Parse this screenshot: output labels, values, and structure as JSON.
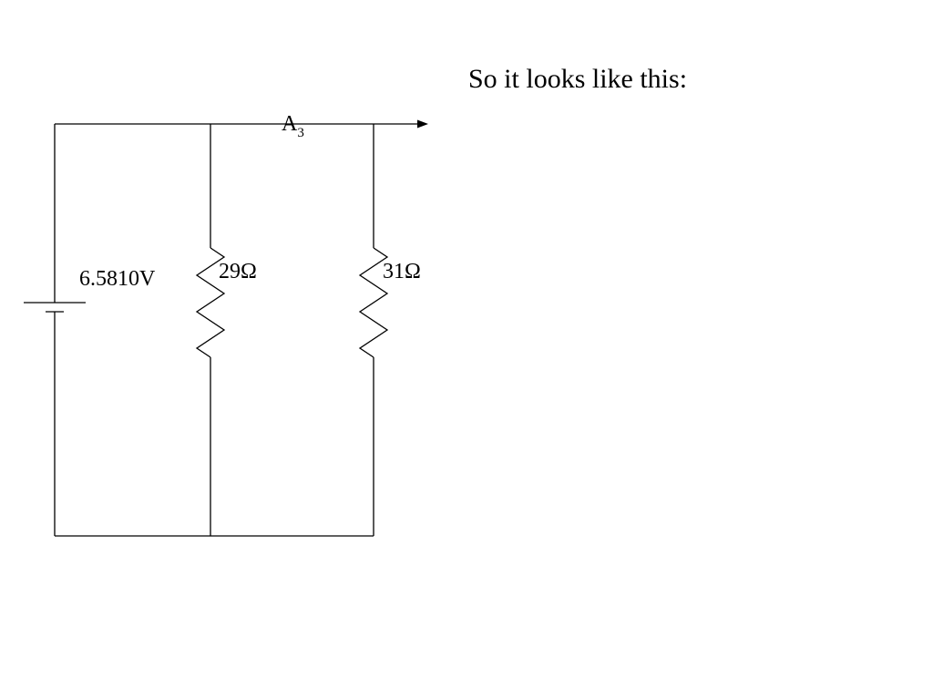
{
  "caption": "So it looks like this:",
  "diagram": {
    "type": "circuit",
    "battery_label": "6.5810V",
    "resistors": [
      {
        "label": "29Ω"
      },
      {
        "label": "31Ω"
      }
    ],
    "ammeter_label": {
      "main": "A",
      "sub": "3"
    }
  }
}
